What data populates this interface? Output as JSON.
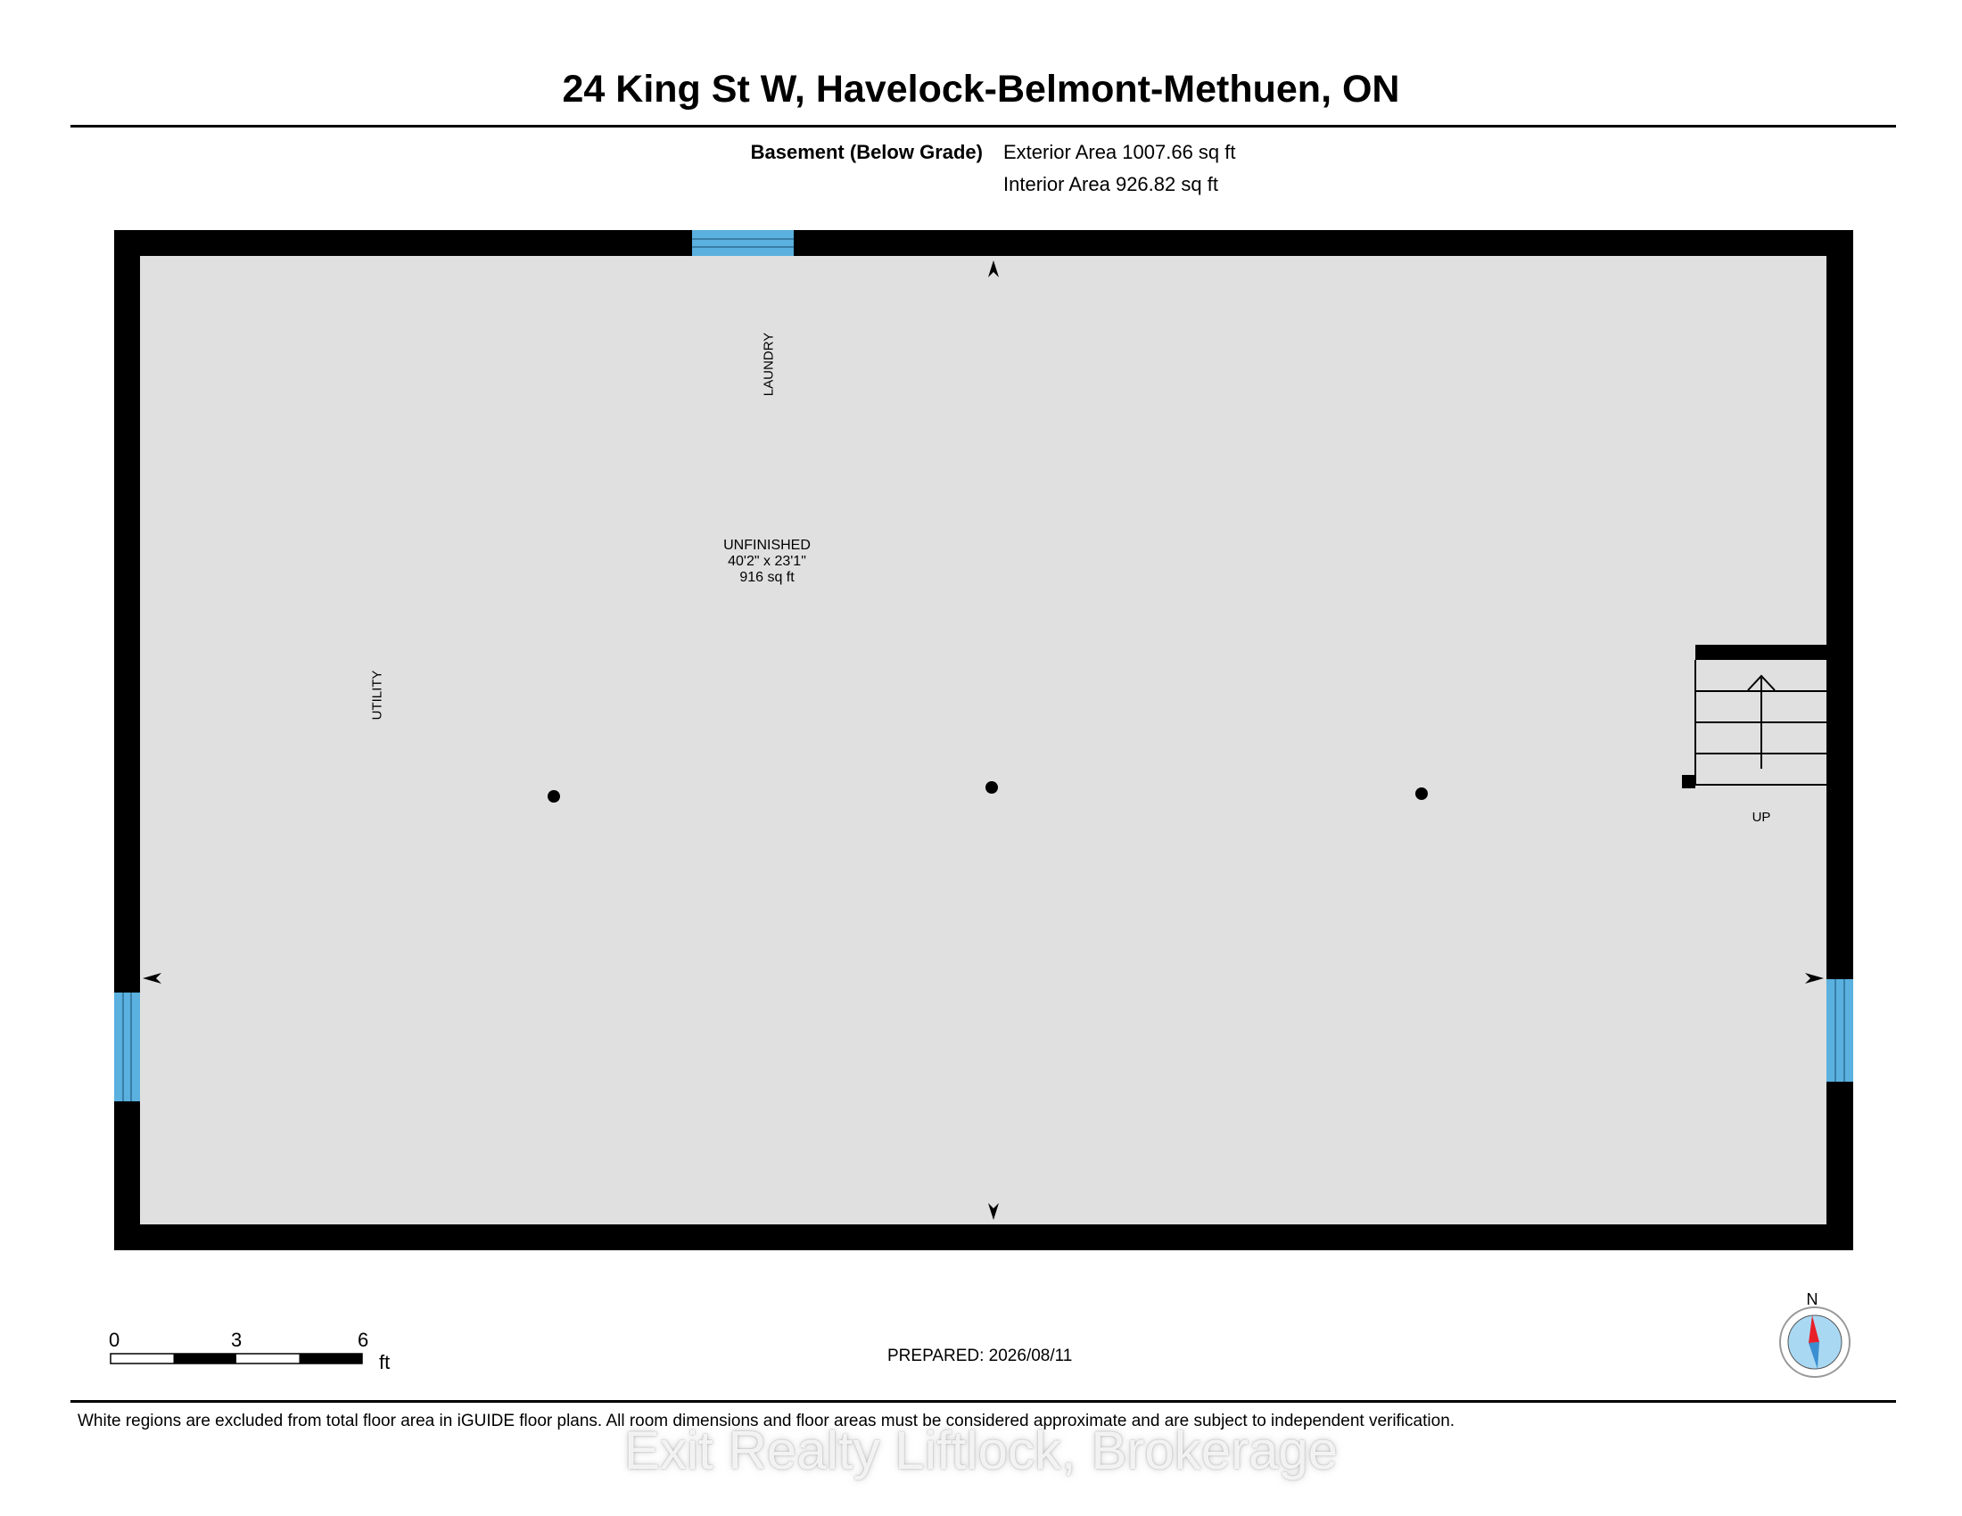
{
  "header": {
    "title": "24 King St W, Havelock-Belmont-Methuen, ON"
  },
  "summary": {
    "floor_label": "Basement (Below Grade)",
    "exterior_area": "Exterior Area 1007.66 sq ft",
    "interior_area": "Interior Area 926.82 sq ft"
  },
  "rooms": {
    "main": {
      "name": "UNFINISHED",
      "dimensions": "40'2\" x 23'1\"",
      "area": "916 sq ft"
    },
    "laundry": "LAUNDRY",
    "utility": "UTILITY",
    "stairs": "UP"
  },
  "colors": {
    "floor_fill": "#e0e0e0",
    "wall": "#000000",
    "window": "#5ab0de",
    "compass_needle": "#e8202a",
    "compass_fill": "#a9d8f3"
  },
  "scale": {
    "ticks": [
      "0",
      "3",
      "6"
    ],
    "unit": "ft"
  },
  "compass": {
    "label": "N"
  },
  "footer": {
    "prepared": "PREPARED: 2026/08/11",
    "disclaimer": "White regions are excluded from total floor area in iGUIDE floor plans. All room dimensions and floor areas must be considered approximate and are subject to independent verification."
  },
  "watermark": "Exit Realty Liftlock, Brokerage"
}
